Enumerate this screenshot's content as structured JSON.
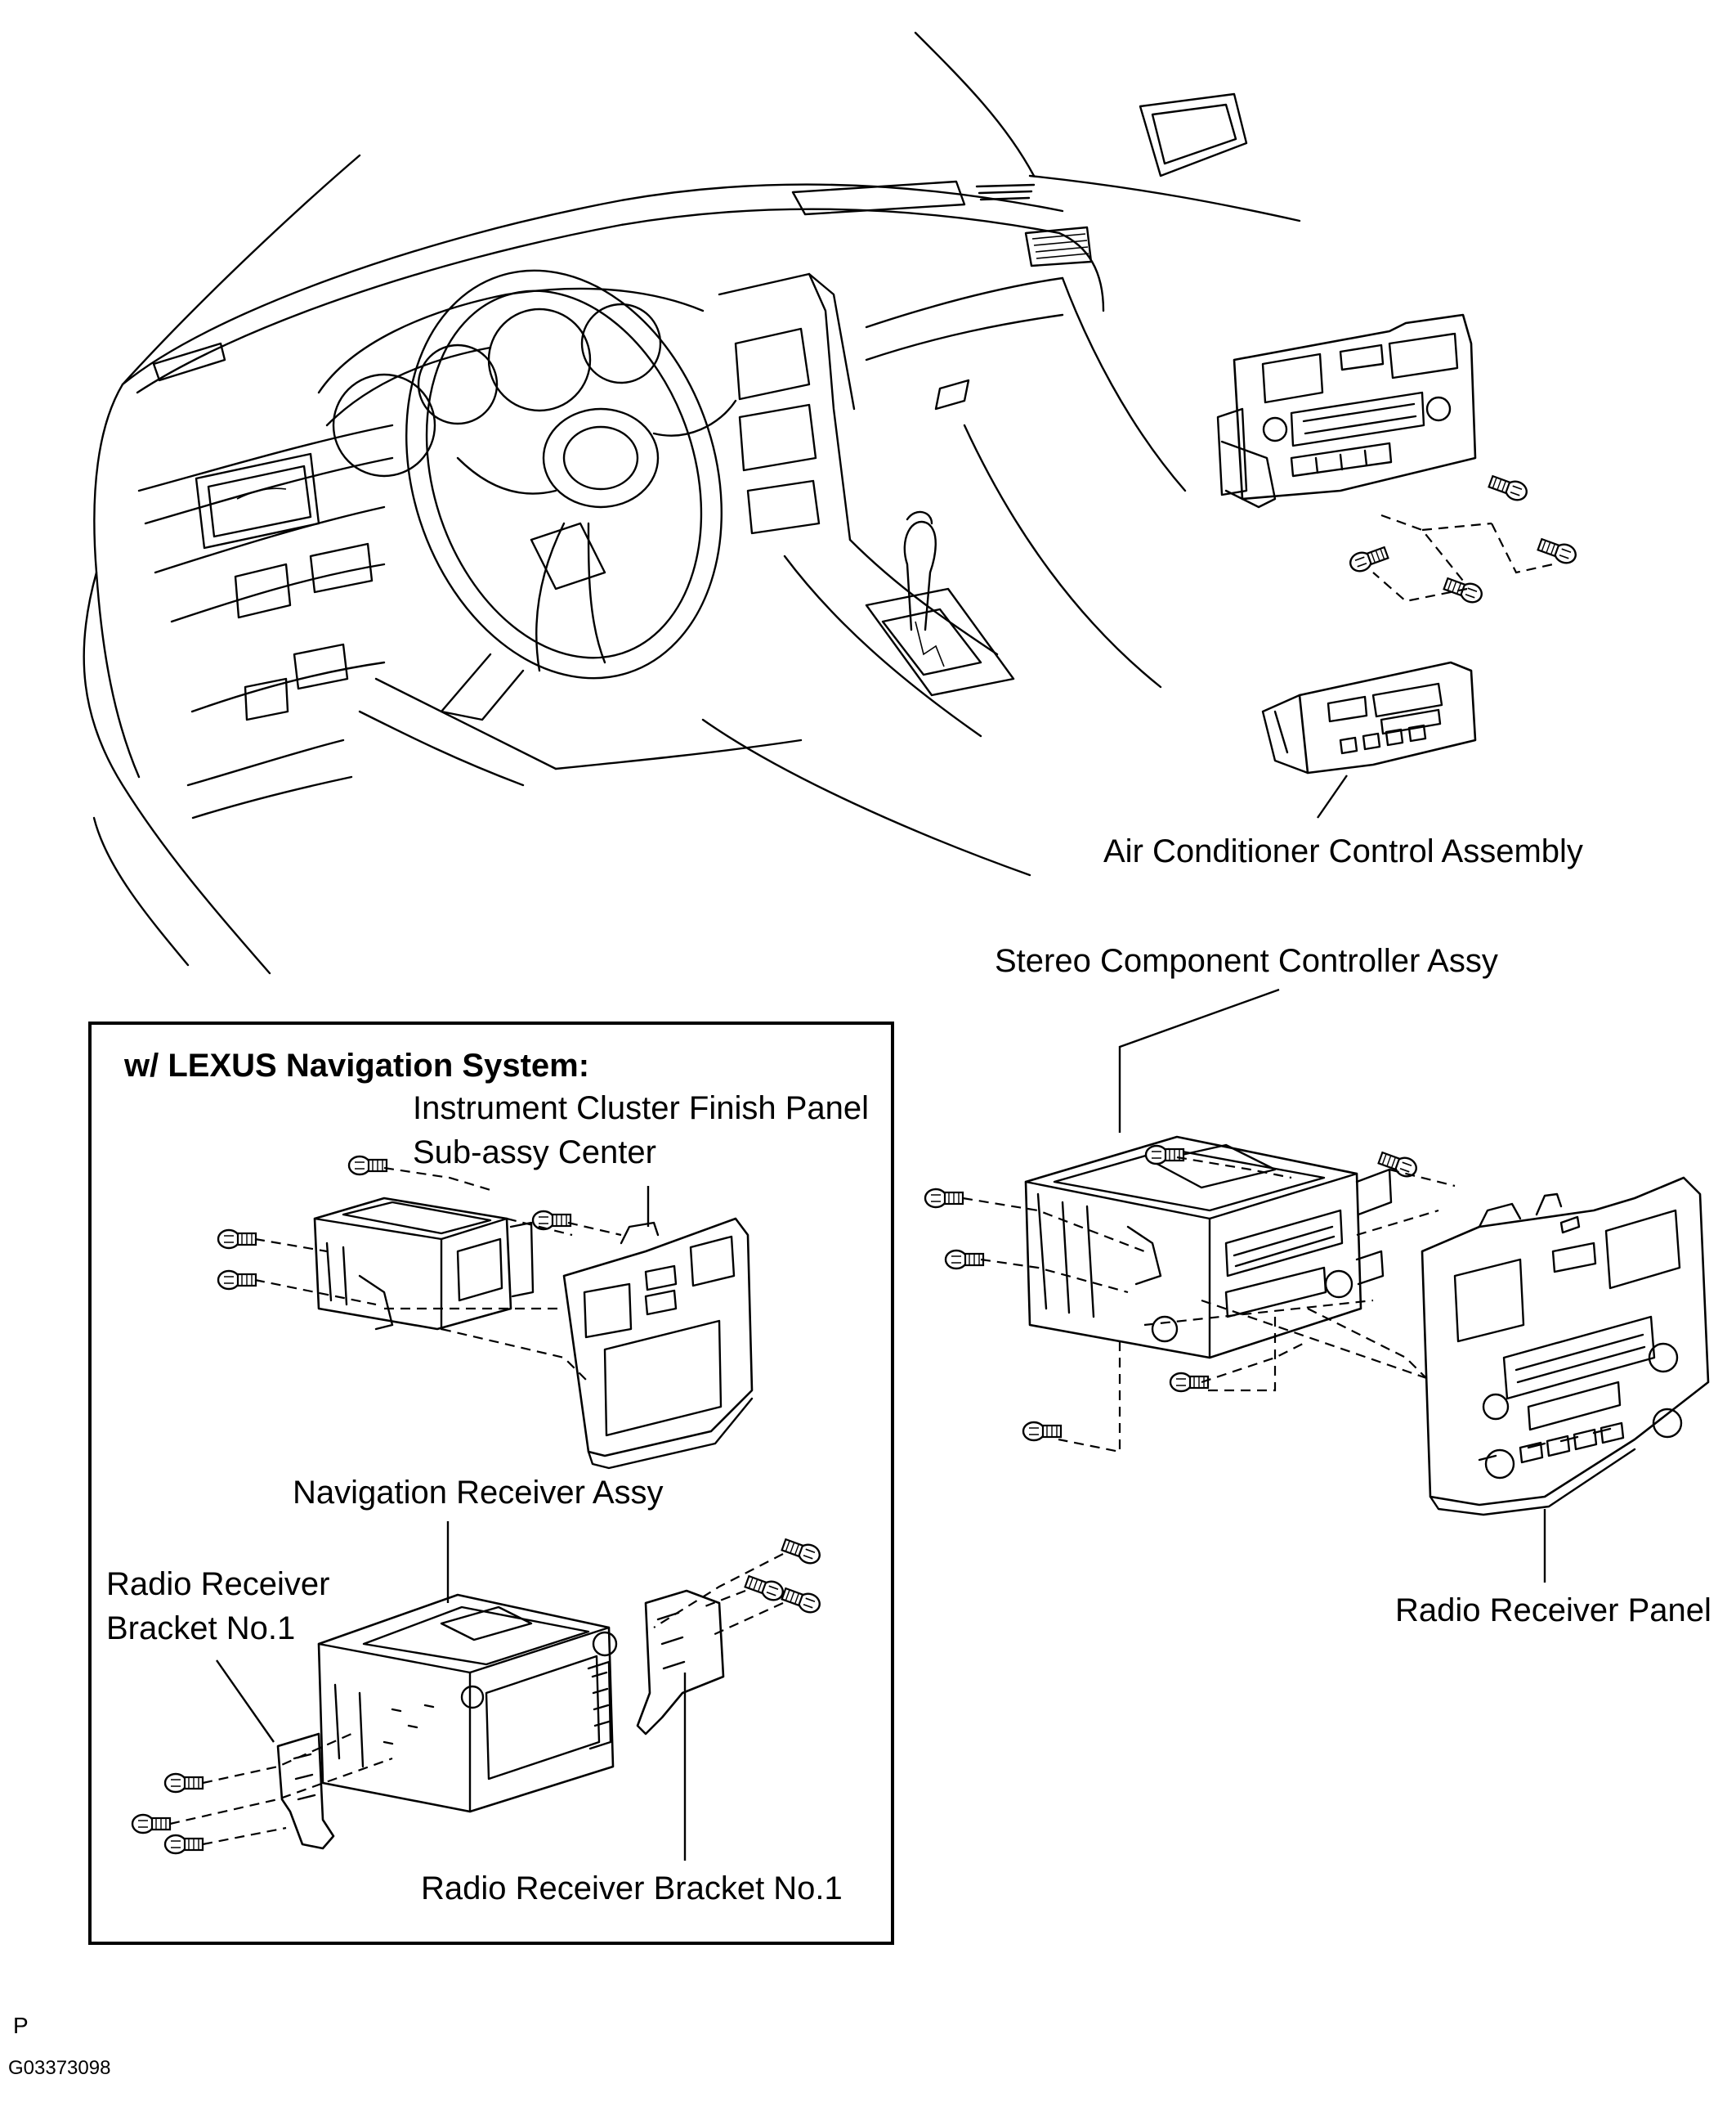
{
  "labels": {
    "ac_control": "Air Conditioner Control Assembly",
    "stereo_controller": "Stereo Component Controller Assy",
    "radio_panel": "Radio Receiver Panel",
    "nav_header": "w/ LEXUS Navigation System:",
    "finish_panel_line1": "Instrument Cluster Finish Panel",
    "finish_panel_line2": "Sub-assy Center",
    "nav_receiver": "Navigation Receiver Assy",
    "bracket_left_line1": "Radio Receiver",
    "bracket_left_line2": "Bracket No.1",
    "bracket_right": "Radio Receiver Bracket No.1"
  },
  "footer": {
    "marker": "P",
    "code": "G03373098"
  }
}
